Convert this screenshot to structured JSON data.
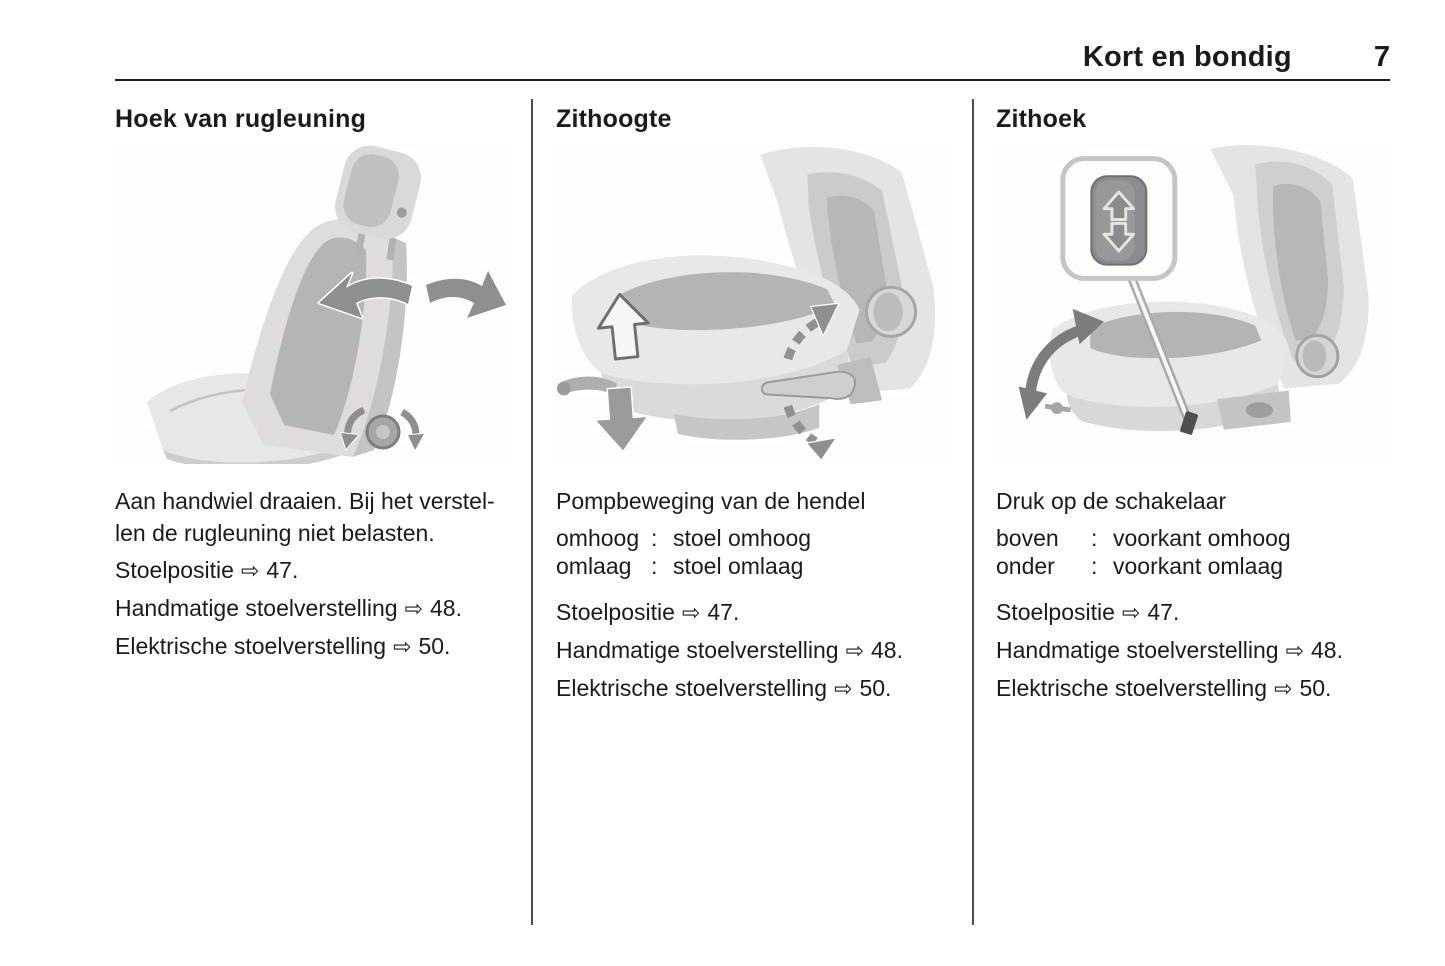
{
  "header": {
    "title": "Kort en bondig",
    "page_number": "7"
  },
  "icons": {
    "ref_arrow": "⇨"
  },
  "columns": [
    {
      "title": "Hoek van rugleuning",
      "illustration_alt": "Seat side view with curved tilt arrows at backrest and rotation arrows at recline handwheel",
      "paragraph_lines": [
        "Aan handwiel draaien. Bij het verstel-",
        "len de rugleuning niet belasten."
      ],
      "definitions": [],
      "references": [
        {
          "label": "Stoelpositie",
          "page": "47."
        },
        {
          "label": "Handmatige stoelverstelling",
          "page": "48."
        },
        {
          "label": "Elektrische stoelverstelling",
          "page": "50."
        }
      ]
    },
    {
      "title": "Zithoogte",
      "illustration_alt": "Seat with up and down arrows at cushion and dashed pump arrows at side lever",
      "paragraph_lines": [
        "Pompbeweging van de hendel"
      ],
      "definitions": [
        {
          "term": "omhoog",
          "separator": ":",
          "description": "stoel omhoog"
        },
        {
          "term": "omlaag",
          "separator": ":",
          "description": "stoel omlaag"
        }
      ],
      "references": [
        {
          "label": "Stoelpositie",
          "page": "47."
        },
        {
          "label": "Handmatige stoelverstelling",
          "page": "48."
        },
        {
          "label": "Elektrische stoelverstelling",
          "page": "50."
        }
      ]
    },
    {
      "title": "Zithoek",
      "illustration_alt": "Seat with inset rocker switch showing up and down arrows, pointer to seat base and curved tilt arrow at cushion front",
      "paragraph_lines": [
        "Druk op de schakelaar"
      ],
      "definitions": [
        {
          "term": "boven",
          "separator": ":",
          "description": "voorkant omhoog"
        },
        {
          "term": "onder",
          "separator": ":",
          "description": "voorkant omlaag"
        }
      ],
      "references": [
        {
          "label": "Stoelpositie",
          "page": "47."
        },
        {
          "label": "Handmatige stoelverstelling",
          "page": "48."
        },
        {
          "label": "Elektrische stoelverstelling",
          "page": "50."
        }
      ]
    }
  ]
}
